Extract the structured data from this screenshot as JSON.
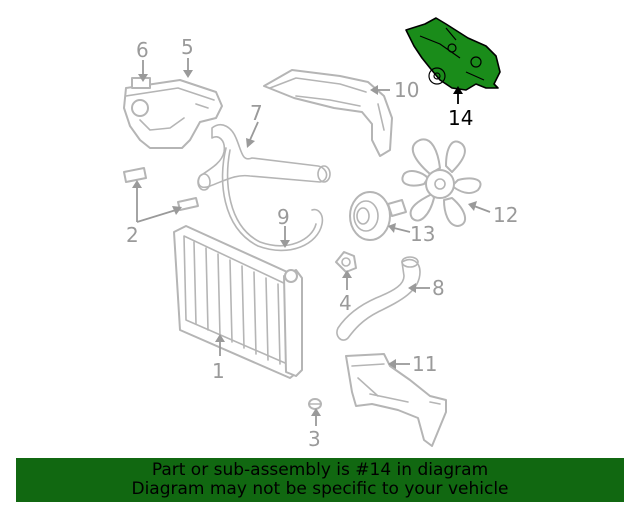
{
  "callouts": [
    {
      "number": "1"
    },
    {
      "number": "2"
    },
    {
      "number": "3"
    },
    {
      "number": "4"
    },
    {
      "number": "5"
    },
    {
      "number": "6"
    },
    {
      "number": "7"
    },
    {
      "number": "8"
    },
    {
      "number": "9"
    },
    {
      "number": "10"
    },
    {
      "number": "11"
    },
    {
      "number": "12"
    },
    {
      "number": "13"
    },
    {
      "number": "14"
    }
  ],
  "highlighted_part": "14",
  "colors": {
    "highlight_fill": "#1a8c1a",
    "banner_background": "#116811",
    "part_stroke": "#b5b5b5",
    "callout_text": "#9a9a9a"
  },
  "banner": {
    "line1": "Part or sub-assembly is #14 in diagram",
    "line2": "Diagram may not be specific to your vehicle"
  }
}
